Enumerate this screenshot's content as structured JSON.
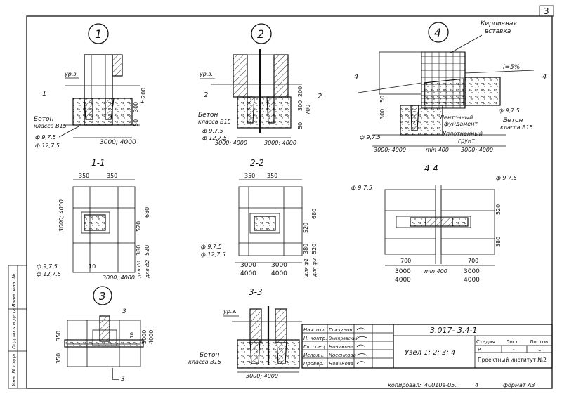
{
  "sheet": {
    "page_number": "3",
    "format": "формат А3",
    "copied_label": "копировал:",
    "copied_value": "40010в-05.",
    "copied_extra": "4"
  },
  "nodes": {
    "n1": "1",
    "n2": "2",
    "n3": "3",
    "n4": "4"
  },
  "labels": {
    "ur3": "ур.з.",
    "brick_insert_1": "Кирпичная",
    "brick_insert_2": "вставка",
    "concrete_1": "Бетон",
    "concrete_2": "класса В15",
    "phi975": "ф 9,7.5",
    "phi1275": "ф 12,7.5",
    "strip_1": "Ленточный",
    "strip_2": "фундамент",
    "soil_1": "Уплотненный",
    "soil_2": "грунт",
    "slope": "i=5%",
    "min400": "min 400",
    "for_n1": "для ф1",
    "for_n2": "для ф2",
    "section_tag_1": "1",
    "section_tag_2": "2",
    "section_tag_3": "3",
    "section_tag_4": "4"
  },
  "sections": {
    "s11": "1-1",
    "s22": "2-2",
    "s33": "3-3",
    "s44": "4-4"
  },
  "dims": {
    "d3000_4000": "3000; 4000",
    "d3000": "3000",
    "d4000": "4000",
    "d350": "350",
    "d520": "520",
    "d680": "680",
    "d380": "380",
    "d700": "700",
    "d300": "300",
    "d200": "200",
    "d50": "50",
    "d10": "10",
    "d3000_4000_v": "3000; 4000"
  },
  "title_block": {
    "roles": [
      "Нач. отд.",
      "Н. контр.",
      "Гл. спец.",
      "Исполн.",
      "Провер."
    ],
    "names": [
      "Глазунов",
      "Вимпревский",
      "Новикова",
      "Косенкова",
      "Новикова"
    ],
    "code": "3.017- 3.4-1",
    "title": "Узел 1; 2; 3; 4",
    "stage_h": "Стадия",
    "sheet_h": "Лист",
    "sheets_h": "Листов",
    "stage_v": "Р",
    "sheet_v": "-",
    "sheets_v": "1",
    "org": "Проектный институт №2"
  },
  "side_stamp": {
    "inv_podl": "Инв. № подл.",
    "sign_date": "Подпись и дата",
    "inv_dup": "Взам. инв. №"
  }
}
